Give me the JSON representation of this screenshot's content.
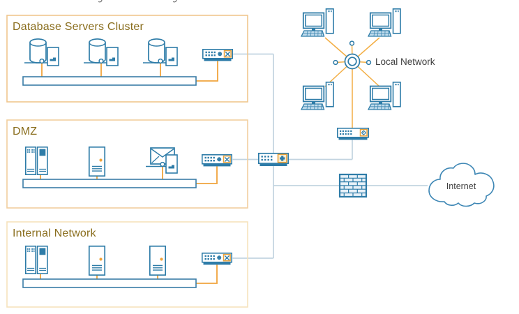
{
  "diagram": {
    "regions": {
      "database": {
        "title": "Database Servers Cluster"
      },
      "dmz": {
        "title": "DMZ"
      },
      "internal": {
        "title": "Internal Network"
      }
    },
    "labels": {
      "local_network": "Local Network",
      "internet": "Internet"
    },
    "icons": [
      "database-server-icon",
      "server-tower-icon",
      "rack-server-icon",
      "mail-server-icon",
      "switch-icon",
      "router-icon",
      "hub-icon",
      "desktop-computer-icon",
      "firewall-icon",
      "internet-cloud-icon",
      "bus-segment",
      "terminal-node-icon"
    ],
    "colors": {
      "device_blue": "#2E7CA8",
      "cable_orange": "#F0A43C",
      "accent_orange_box": "#E9A23B",
      "link_gray_blue": "#C2D4E0",
      "region_border_database": "#F0C68E",
      "region_border_dmz": "#F2CF9E",
      "region_border_internal": "#F6E2BC",
      "region_title_text": "#8A6E1E",
      "label_text": "#404040"
    }
  }
}
